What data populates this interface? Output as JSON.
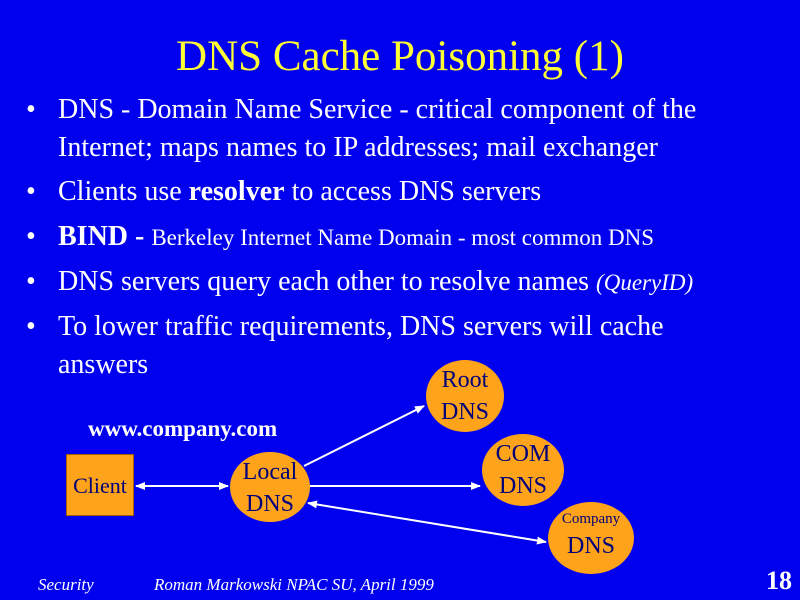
{
  "slide": {
    "title": "DNS Cache Poisoning (1)",
    "bullet_symbol": "•",
    "bullets": [
      {
        "line1": "DNS - Domain Name Service - critical component of the",
        "line2": "Internet; maps names to IP addresses; mail exchanger"
      },
      {
        "pre": "Clients use ",
        "bold": "resolver",
        "post": " to access DNS servers"
      },
      {
        "bold": "BIND - ",
        "small": "Berkeley Internet Name Domain - most common DNS"
      },
      {
        "text": "DNS servers query each other to resolve names ",
        "italic": "(QueryID)"
      },
      {
        "line1": "To lower traffic requirements, DNS servers will cache",
        "line2": "answers"
      }
    ]
  },
  "diagram": {
    "hostname": "www.company.com",
    "client": "Client",
    "local_dns": [
      "Local",
      "DNS"
    ],
    "root_dns": [
      "Root",
      "DNS"
    ],
    "com_dns": [
      "COM",
      "DNS"
    ],
    "company_dns": [
      "Company",
      "DNS"
    ],
    "node_color": "#ffa31a",
    "arrow_color": "#ffffff"
  },
  "footer": {
    "left": "Security",
    "center": "Roman Markowski  NPAC SU,  April 1999",
    "page": "18"
  },
  "colors": {
    "background": "#0000ee",
    "title": "#ffff33",
    "text": "#ffffff"
  }
}
